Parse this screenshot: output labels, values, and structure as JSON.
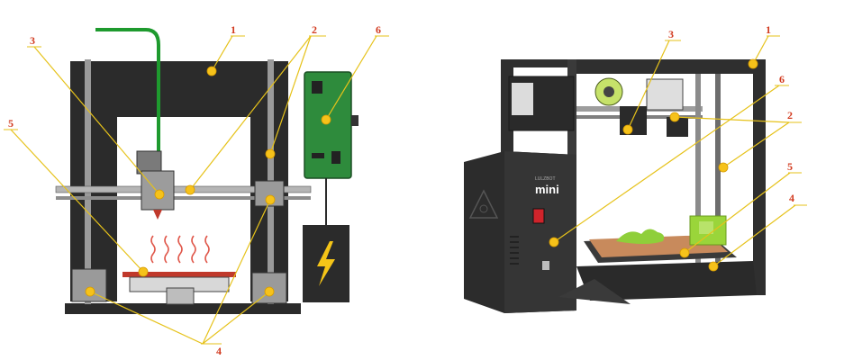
{
  "callouts": {
    "left": [
      "1",
      "2",
      "3",
      "4",
      "5",
      "6"
    ],
    "right": [
      "1",
      "2",
      "3",
      "4",
      "5",
      "6"
    ]
  },
  "printer_logo": "mini",
  "printer_brand": "LULZBOT",
  "colors": {
    "frame": "#2b2b2b",
    "filament": "#1e9a2e",
    "board": "#2e8b3c",
    "bed": "#c0392b",
    "marker": "#f6c21a",
    "label": "#d23a1f"
  }
}
